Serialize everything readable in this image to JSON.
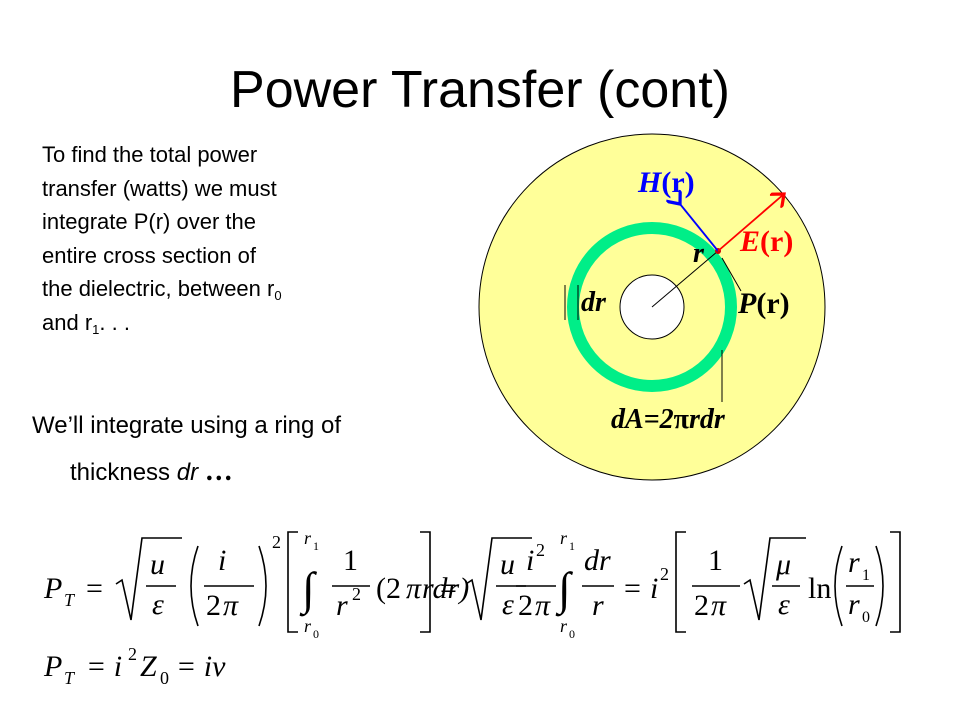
{
  "slide": {
    "title": "Power Transfer (cont)",
    "intro": {
      "line1": "To find the total power",
      "line2": "transfer (watts) we must",
      "line3": "integrate P(r) over the",
      "line4": "entire cross section of",
      "line5a": "the dielectric, between r",
      "line5_sub": "0",
      "line6a": "and r",
      "line6_sub": "1",
      "line6b": ". . ."
    },
    "ring": {
      "line1": "We’ll integrate using a ring of",
      "line2a": "thickness ",
      "line2_var": "dr",
      "line2_dots": "…"
    }
  },
  "diagram": {
    "colors": {
      "dielectric": "#ffff99",
      "ring": "#00ee88",
      "h_arrow": "#0000ff",
      "e_arrow": "#ff0000"
    },
    "labels": {
      "h_fn": "H",
      "h_arg": "(r)",
      "e_fn": "E",
      "e_arg": "(r)",
      "p_fn": "P",
      "p_arg": "(r)",
      "r": "r",
      "dr": "dr",
      "da": "dA=2",
      "pi": "π",
      "rdr": "rdr"
    }
  },
  "equations": {
    "pt_p": "P",
    "pt_sub": "T",
    "eq": "=",
    "u": "u",
    "eps": "ε",
    "mu": "μ",
    "i": "i",
    "two": "2",
    "pi": "π",
    "sq": "2",
    "one": "1",
    "r": "r",
    "r1": "r",
    "r1_sub": "1",
    "r0": "r",
    "r0_sub": "0",
    "open_paren_2pi": "(2",
    "rdr": "rdr)",
    "dr": "dr",
    "ln": "ln",
    "eq2_rhs1": "= i",
    "eq2_Z": "Z",
    "eq2_Zsub": "0",
    "eq2_rhs2": "= iv"
  }
}
